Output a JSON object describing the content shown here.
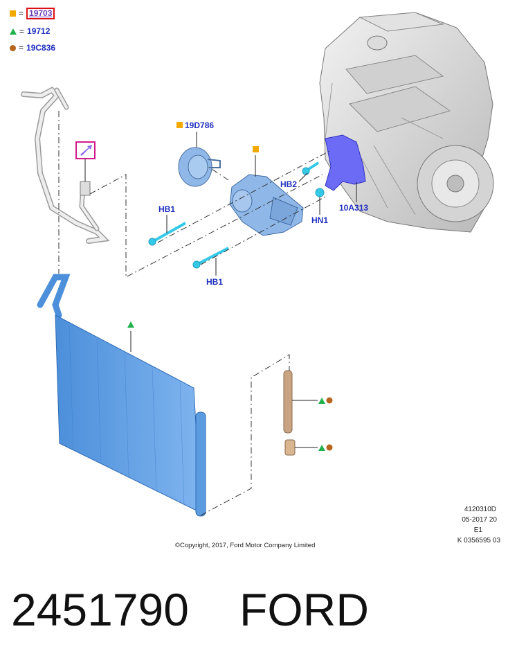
{
  "legend": {
    "square_code": "19703",
    "triangle_code": "19712",
    "circle_code": "19C836",
    "equals": "="
  },
  "labels": {
    "clutch": "19D786",
    "bolt_upper": "HB1",
    "bolt_lower": "HB1",
    "bolt_bracket": "HB2",
    "nut": "HN1",
    "bracket": "10A313"
  },
  "footer": {
    "ref1": "4120310D",
    "ref2": "05-2017 20",
    "ref3": "E1",
    "ref4": "K 0356595 03",
    "copyright": "©Copyright, 2017, Ford Motor Company Limited"
  },
  "part_number": "2451790",
  "brand": "FORD",
  "colors": {
    "square": "#f2a900",
    "triangle": "#22b14c",
    "circle": "#b5651d",
    "code_text": "#1f2fbf",
    "highlight_box": "#d11a8c",
    "condenser": "#5b9be0"
  },
  "icons": [
    "square-marker-icon",
    "triangle-marker-icon",
    "circle-marker-icon",
    "arrow-icon"
  ]
}
